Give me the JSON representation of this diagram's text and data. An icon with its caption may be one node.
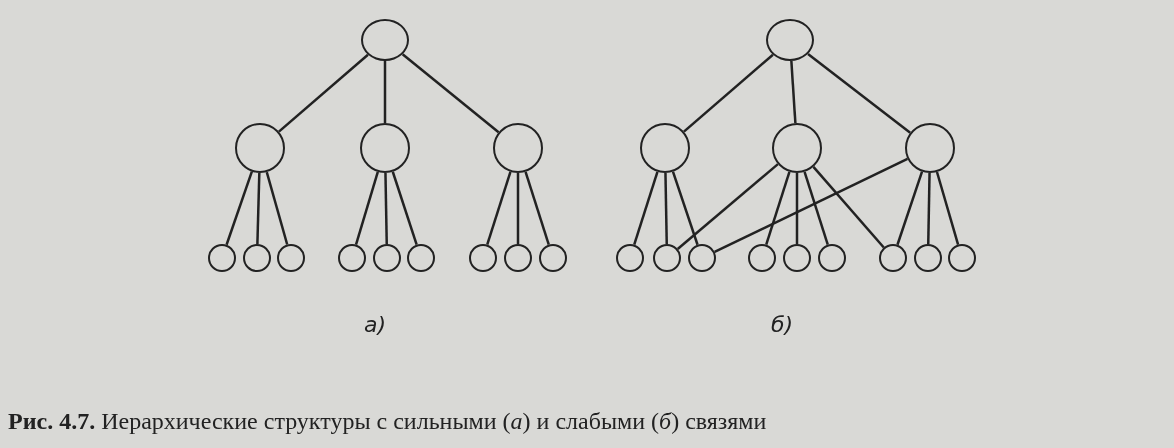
{
  "diagram": {
    "caption": "**Рис. 4.7.** Иерархические структуры с сильными (*а*) и слабыми (*б*) связями",
    "nodes": [
      {
        "text": [],
        "shape": "circle"
      },
      {
        "text": [],
        "shape": "circle"
      },
      {
        "text": [],
        "shape": "circle"
      },
      {
        "text": [],
        "shape": "circle"
      },
      {
        "text": [],
        "shape": "circle"
      },
      {
        "text": [],
        "shape": "circle"
      },
      {
        "text": [],
        "shape": "circle"
      },
      {
        "text": [],
        "shape": "circle"
      },
      {
        "text": [],
        "shape": "circle"
      },
      {
        "text": [],
        "shape": "circle"
      },
      {
        "text": [],
        "shape": "circle"
      },
      {
        "text": [],
        "shape": "circle"
      },
      {
        "text": [],
        "shape": "circle"
      },
      {
        "text": [],
        "shape": "circle"
      },
      {
        "text": [],
        "shape": "circle"
      },
      {
        "text": [],
        "shape": "circle"
      },
      {
        "text": [],
        "shape": "circle"
      },
      {
        "text": [],
        "shape": "circle"
      },
      {
        "text": [],
        "shape": "circle"
      },
      {
        "text": [],
        "shape": "circle"
      },
      {
        "text": [],
        "shape": "circle"
      },
      {
        "text": [],
        "shape": "circle"
      },
      {
        "text": [],
        "shape": "circle"
      },
      {
        "text": [],
        "shape": "circle"
      },
      {
        "text": [],
        "shape": "circle"
      },
      {
        "text": [],
        "shape": "circle"
      }
    ],
    "edges": [
      {
        "from": 0,
        "to": 1,
        "arrow": "none"
      },
      {
        "from": 0,
        "to": 2,
        "arrow": "none"
      },
      {
        "from": 0,
        "to": 3,
        "arrow": "none"
      },
      {
        "from": 1,
        "to": 4,
        "arrow": "none"
      },
      {
        "from": 1,
        "to": 5,
        "arrow": "none"
      },
      {
        "from": 1,
        "to": 6,
        "arrow": "none"
      },
      {
        "from": 2,
        "to": 7,
        "arrow": "none"
      },
      {
        "from": 2,
        "to": 8,
        "arrow": "none"
      },
      {
        "from": 2,
        "to": 9,
        "arrow": "none"
      },
      {
        "from": 3,
        "to": 10,
        "arrow": "none"
      },
      {
        "from": 3,
        "to": 11,
        "arrow": "none"
      },
      {
        "from": 3,
        "to": 12,
        "arrow": "none"
      },
      {
        "from": 13,
        "to": 14,
        "arrow": "none"
      },
      {
        "from": 13,
        "to": 15,
        "arrow": "none"
      },
      {
        "from": 13,
        "to": 16,
        "arrow": "none"
      },
      {
        "from": 14,
        "to": 17,
        "arrow": "none"
      },
      {
        "from": 14,
        "to": 18,
        "arrow": "none"
      },
      {
        "from": 14,
        "to": 19,
        "arrow": "none"
      },
      {
        "from": 15,
        "to": 18,
        "arrow": "none"
      },
      {
        "from": 15,
        "to": 20,
        "arrow": "none"
      },
      {
        "from": 15,
        "to": 21,
        "arrow": "none"
      },
      {
        "from": 15,
        "to": 22,
        "arrow": "none"
      },
      {
        "from": 15,
        "to": 23,
        "arrow": "none"
      },
      {
        "from": 16,
        "to": 19,
        "arrow": "none"
      },
      {
        "from": 16,
        "to": 23,
        "arrow": "none"
      },
      {
        "from": 16,
        "to": 24,
        "arrow": "none"
      },
      {
        "from": 16,
        "to": 25,
        "arrow": "none"
      }
    ],
    "labels": [
      "а)",
      "б)"
    ]
  }
}
